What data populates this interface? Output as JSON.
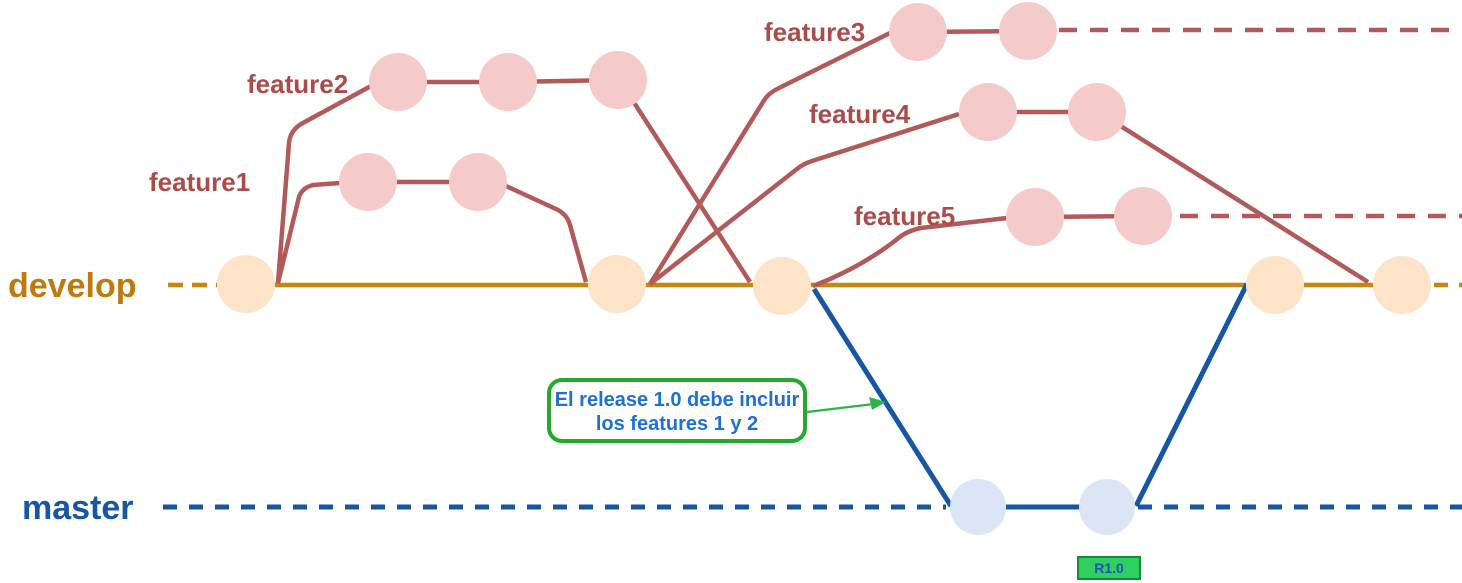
{
  "branches": {
    "develop": {
      "label": "develop",
      "commit_count": 5,
      "line_color": "#C8860B",
      "label_color": "#C0790E",
      "commit_color": "#FDE4C9",
      "continues_dashed_left": true,
      "continues_dashed_right": true
    },
    "master": {
      "label": "master",
      "commit_count": 2,
      "line_color": "#1756A4",
      "label_color": "#1756A4",
      "commit_color": "#DBE5F6",
      "continues_dashed_left": true,
      "continues_dashed_right": true
    }
  },
  "features": [
    {
      "label": "feature1",
      "commit_count": 2,
      "merged_into_develop": true,
      "continues_dashed": false
    },
    {
      "label": "feature2",
      "commit_count": 3,
      "merged_into_develop": true,
      "continues_dashed": false
    },
    {
      "label": "feature3",
      "commit_count": 2,
      "merged_into_develop": false,
      "continues_dashed": true
    },
    {
      "label": "feature4",
      "commit_count": 2,
      "merged_into_develop": true,
      "continues_dashed": false
    },
    {
      "label": "feature5",
      "commit_count": 2,
      "merged_into_develop": false,
      "continues_dashed": true
    }
  ],
  "feature_style": {
    "line_color": "#B25A5A",
    "label_color": "#A94C4A",
    "commit_color": "#F5CACA"
  },
  "release": {
    "line_color": "#1756A4",
    "commit_count": 2,
    "tag": {
      "label": "R1.0",
      "fill": "#2FD05F",
      "border_color": "#168A3A",
      "text_color": "#1A52B0"
    }
  },
  "callout": {
    "line1": "El release 1.0 debe incluir",
    "line2": "los features 1 y 2",
    "border_color": "#25A82E",
    "text_color": "#1E70D2",
    "arrow_color": "#2CB34A"
  }
}
